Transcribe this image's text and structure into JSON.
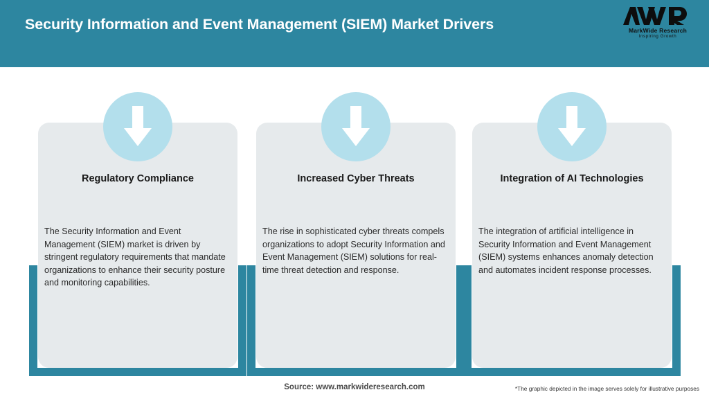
{
  "header": {
    "title": "Security Information and Event Management (SIEM) Market Drivers",
    "bg_color": "#2d86a0",
    "text_color": "#ffffff"
  },
  "logo": {
    "mark": "MWR",
    "name": "MarkWide Research",
    "tagline": "Inspiring Growth"
  },
  "cards": [
    {
      "icon": "down-arrow-icon",
      "title": "Regulatory Compliance",
      "body": "The Security Information and Event Management (SIEM) market is driven by stringent regulatory requirements that mandate organizations to enhance their security posture and monitoring capabilities."
    },
    {
      "icon": "down-arrow-icon",
      "title": "Increased Cyber Threats",
      "body": "The rise in sophisticated cyber threats compels organizations to adopt Security Information and Event Management (SIEM) solutions for real-time threat detection and response."
    },
    {
      "icon": "down-arrow-icon",
      "title": "Integration of AI Technologies",
      "body": "The integration of artificial intelligence in Security Information and Event Management (SIEM) systems enhances anomaly detection and automates incident response processes."
    }
  ],
  "footer": {
    "source": "Source: www.markwideresearch.com",
    "disclaimer": "*The graphic depicted in the image serves solely for illustrative purposes"
  },
  "colors": {
    "accent_teal": "#2d86a0",
    "badge_blue": "#b3dfec",
    "panel_gray": "#e6eaec",
    "page_bg": "#ffffff"
  }
}
